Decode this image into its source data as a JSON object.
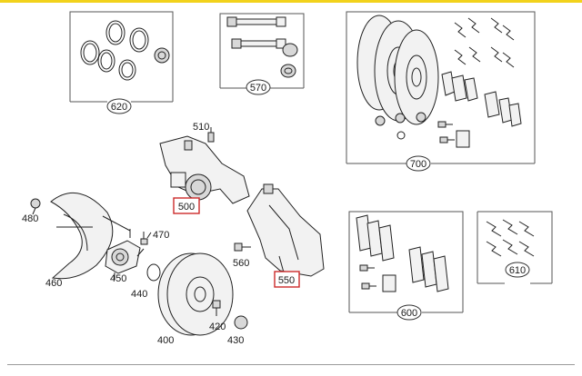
{
  "colors": {
    "top_bar": "#f2d21b",
    "highlight": "#cc2a2a",
    "line": "#222222"
  },
  "kit_boxes": {
    "b620": "620",
    "b570": "570",
    "b700": "700",
    "b600": "600",
    "b610": "610"
  },
  "callouts": {
    "c510": "510",
    "c500": "500",
    "c480": "480",
    "c470": "470",
    "c460": "460",
    "c450": "450",
    "c440": "440",
    "c560": "560",
    "c550": "550",
    "c420": "420",
    "c400": "400",
    "c430": "430"
  }
}
